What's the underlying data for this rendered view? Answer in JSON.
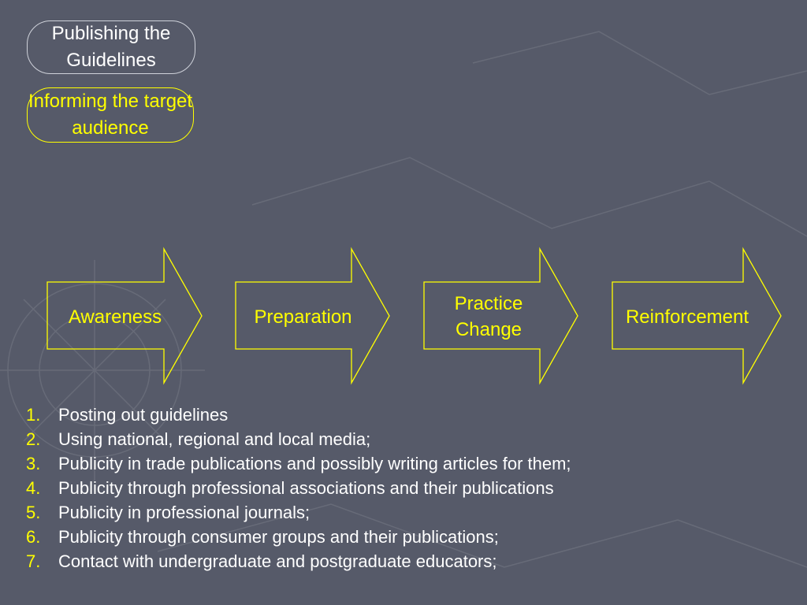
{
  "stages": {
    "publishing": "Publishing the Guidelines",
    "informing": "Informing the target audience"
  },
  "flow": [
    {
      "label_lines": [
        "Awareness"
      ]
    },
    {
      "label_lines": [
        "Preparation"
      ]
    },
    {
      "label_lines": [
        "Practice",
        "Change"
      ]
    },
    {
      "label_lines": [
        "Reinforcement"
      ]
    }
  ],
  "steps": [
    {
      "num": "1.",
      "text": "Posting out guidelines"
    },
    {
      "num": "2.",
      "text": "Using national, regional and local media;"
    },
    {
      "num": "3.",
      "text": "Publicity in trade publications and possibly writing articles for them;"
    },
    {
      "num": "4.",
      "text": "Publicity through professional associations and their publications"
    },
    {
      "num": "5.",
      "text": "Publicity in professional journals;"
    },
    {
      "num": "6.",
      "text": "Publicity through consumer groups and their publications;"
    },
    {
      "num": "7.",
      "text": "Contact with undergraduate and postgraduate educators;"
    }
  ],
  "colors": {
    "background": "#565a69",
    "accent": "#ffff00",
    "text": "#ffffff"
  }
}
